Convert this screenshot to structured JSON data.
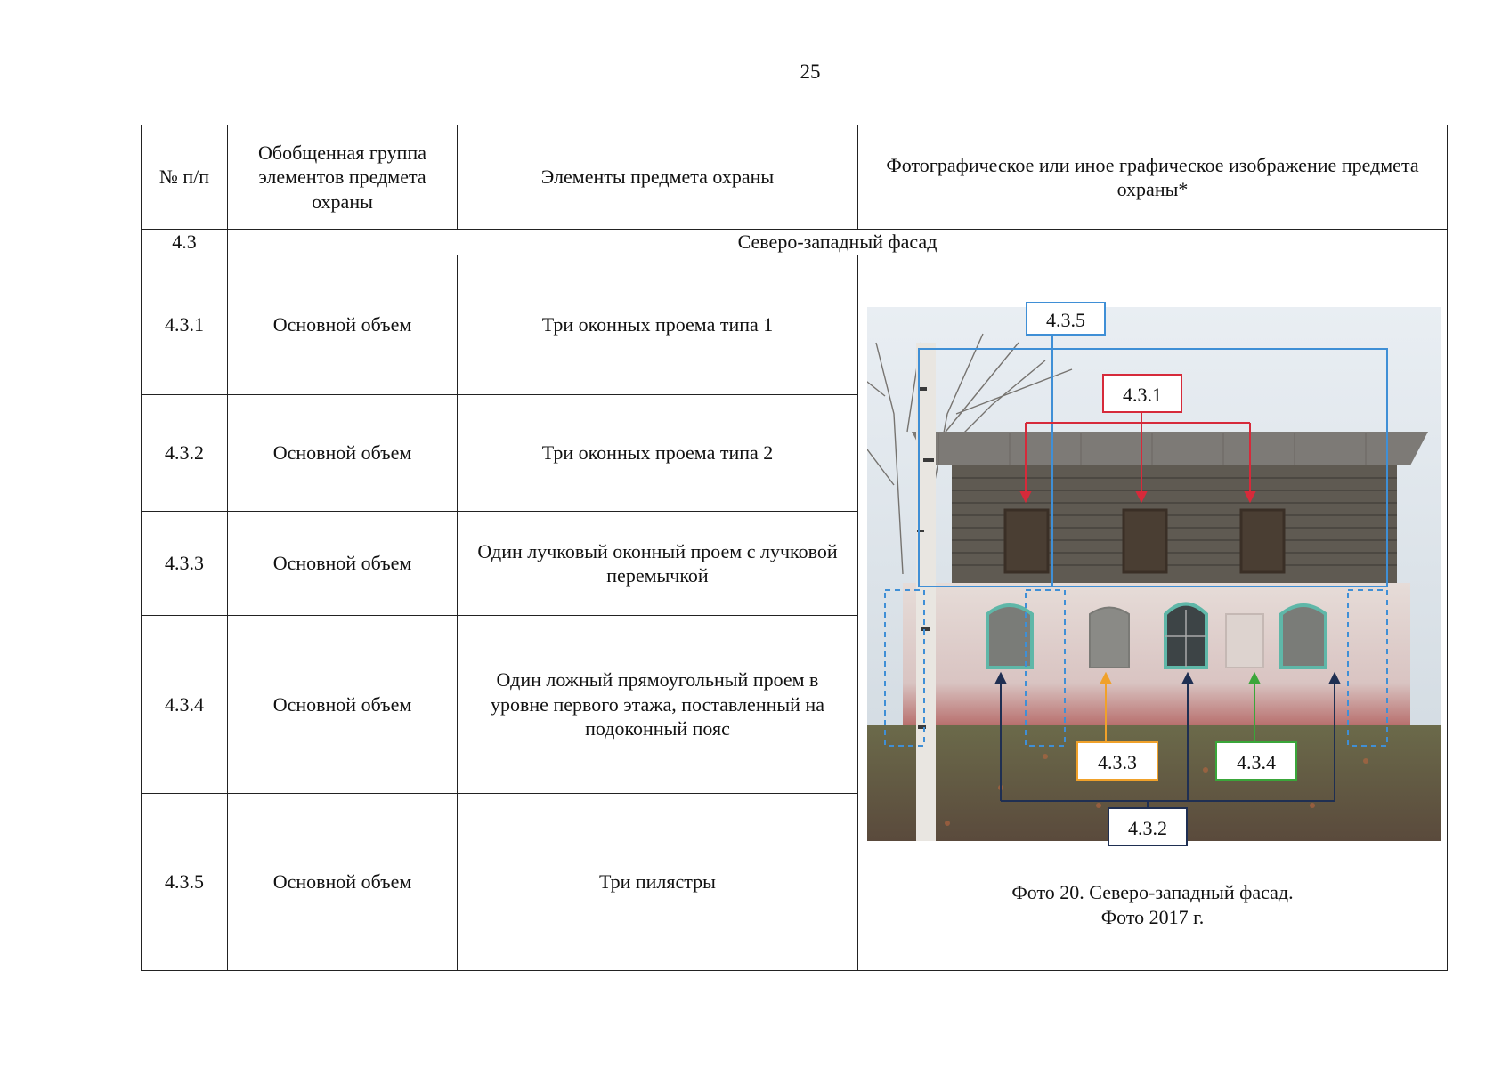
{
  "page_number": "25",
  "header": {
    "num": "№ п/п",
    "group": "Обобщенная группа элементов предмета охраны",
    "elements": "Элементы предмета охраны",
    "image": "Фотографическое или иное графическое изображение предмета охраны*"
  },
  "section": {
    "num": "4.3",
    "title": "Северо-западный фасад"
  },
  "rows": [
    {
      "num": "4.3.1",
      "group": "Основной объем",
      "element": "Три оконных проема типа 1"
    },
    {
      "num": "4.3.2",
      "group": "Основной объем",
      "element": "Три оконных проема типа 2"
    },
    {
      "num": "4.3.3",
      "group": "Основной объем",
      "element": "Один лучковый оконный проем с лучковой перемычкой"
    },
    {
      "num": "4.3.4",
      "group": "Основной объем",
      "element": "Один ложный прямоугольный проем в уровне первого этажа, поставленный на подоконный пояс"
    },
    {
      "num": "4.3.5",
      "group": "Основной объем",
      "element": "Три пилястры"
    }
  ],
  "photo": {
    "labels": {
      "l435": "4.3.5",
      "l431": "4.3.1",
      "l433": "4.3.3",
      "l434": "4.3.4",
      "l432": "4.3.2"
    },
    "colors": {
      "c435": "#3f8fd6",
      "c431": "#d62a3a",
      "c433": "#f0a12a",
      "c434": "#3aa63a",
      "c432": "#1f2f52"
    },
    "caption_line1": "Фото 20. Северо-западный фасад.",
    "caption_line2": "Фото 2017 г."
  }
}
